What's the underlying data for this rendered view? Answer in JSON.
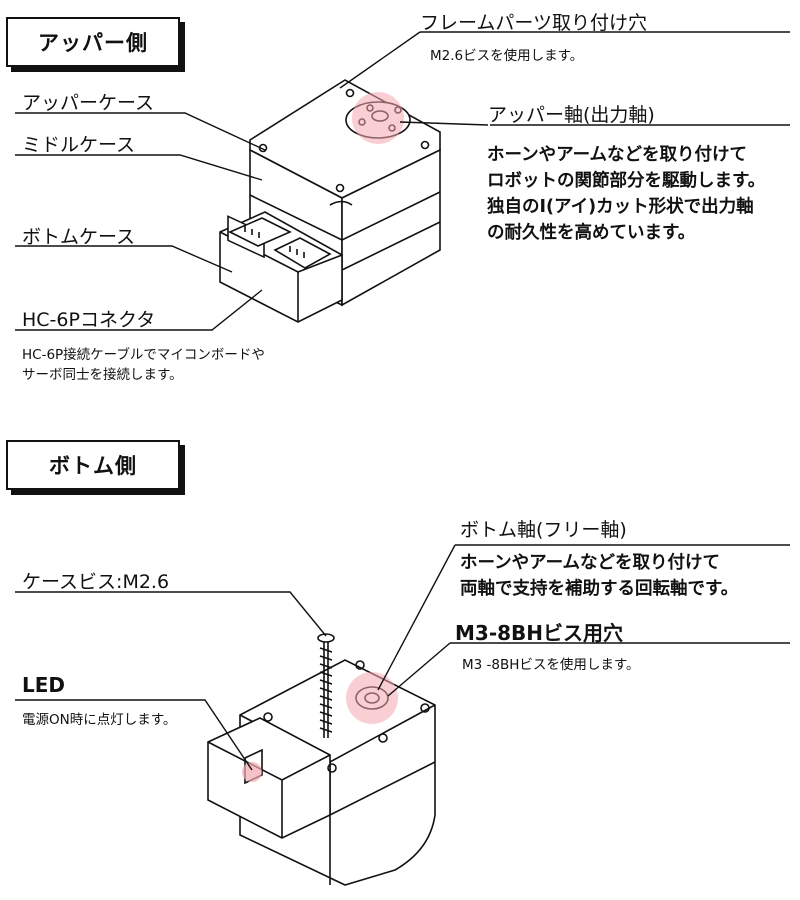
{
  "upper_section": {
    "title": "アッパー側",
    "labels": {
      "upper_case": "アッパーケース",
      "middle_case": "ミドルケース",
      "bottom_case": "ボトムケース",
      "connector": "HC-6Pコネクタ",
      "connector_desc_1": "HC-6P接続ケーブルでマイコンボードや",
      "connector_desc_2": "サーボ同士を接続します。",
      "frame_hole": "フレームパーツ取り付け穴",
      "frame_hole_desc": "M2.6ビスを使用します。",
      "upper_axis": "アッパー軸(出力軸)",
      "upper_axis_desc_1": "ホーンやアームなどを取り付けて",
      "upper_axis_desc_2": "ロボットの関節部分を駆動します。",
      "upper_axis_desc_3": "独自のI(アイ)カット形状で出力軸",
      "upper_axis_desc_4": "の耐久性を高めています。"
    }
  },
  "bottom_section": {
    "title": "ボトム側",
    "labels": {
      "bottom_axis": "ボトム軸(フリー軸)",
      "bottom_axis_desc_1": "ホーンやアームなどを取り付けて",
      "bottom_axis_desc_2": "両軸で支持を補助する回転軸です。",
      "case_screw": "ケースビス:M2.6",
      "screw_hole": "M3-8BHビス用穴",
      "screw_hole_desc": "M3 -8BHビスを使用します。",
      "led": "LED",
      "led_desc": "電源ON時に点灯します。"
    }
  },
  "colors": {
    "highlight": "#f4a7b0",
    "line": "#111111",
    "fill": "#ffffff"
  }
}
